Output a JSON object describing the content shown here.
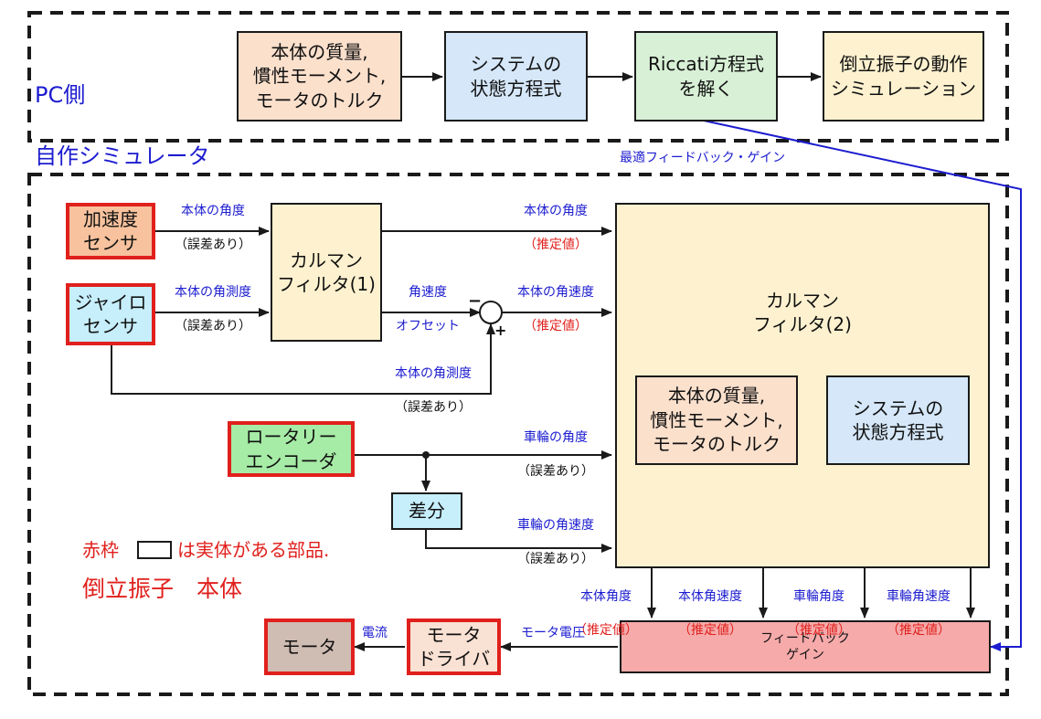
{
  "pc_section": {
    "title_line1": "PC側",
    "title_line2": "自作シミュレータ",
    "boxes": {
      "mass": "本体の質量,\n慣性モーメント,\nモータのトルク",
      "state_eq": "システムの\n状態方程式",
      "riccati": "Riccati方程式\nを解く",
      "sim": "倒立振子の動作\nシミュレーション"
    },
    "optimal_gain_label": "最適フィードバック・ゲイン"
  },
  "robot_section": {
    "boxes": {
      "accel": "加速度\nセンサ",
      "gyro": "ジャイロ\nセンサ",
      "kalman1": "カルマン\nフィルタ(1)",
      "encoder": "ロータリー\nエンコーダ",
      "diff": "差分",
      "kalman2": "カルマン\nフィルタ(2)",
      "k2_mass": "本体の質量,\n慣性モーメント,\nモータのトルク",
      "k2_state": "システムの\n状態方程式",
      "fb_gain": "フィードバック\nゲイン",
      "driver": "モータ\nドライバ",
      "motor": "モータ"
    },
    "labels": {
      "accel_out_1": "本体の角度",
      "accel_out_2": "（誤差あり）",
      "gyro_out_1": "本体の角測度",
      "gyro_out_2": "（誤差あり）",
      "k1_angle_1": "本体の角度",
      "k1_angle_2": "（推定値）",
      "gyro_offset_1": "角速度",
      "gyro_offset_2": "オフセット",
      "rate_est_1": "本体の角速度",
      "rate_est_2": "（推定値）",
      "gyro_direct_1": "本体の角測度",
      "gyro_direct_2": "（誤差あり）",
      "wheel_angle_1": "車輪の角度",
      "wheel_angle_2": "（誤差あり）",
      "wheel_rate_1": "車輪の角速度",
      "wheel_rate_2": "（誤差あり）",
      "out_body_angle_1": "本体角度",
      "out_body_angle_2": "（推定値）",
      "out_body_rate_1": "本体角速度",
      "out_body_rate_2": "（推定値）",
      "out_wheel_angle_1": "車輪角度",
      "out_wheel_angle_2": "（推定値）",
      "out_wheel_rate_1": "車輪角速度",
      "out_wheel_rate_2": "（推定値）",
      "motor_voltage": "モータ電圧",
      "current": "電流",
      "minus": "−",
      "plus": "+"
    },
    "legend_prefix": "赤枠",
    "legend_suffix": "は実体がある部品.",
    "title": "倒立振子　本体"
  },
  "colors": {
    "line_black": "#1a1a1a",
    "line_blue": "#1c1cd0",
    "label_blue": "#1c1cd0",
    "label_red": "#e0201c",
    "real_border": "#e0201c",
    "fill_peach": "#fbe0cc",
    "fill_blue": "#d5e7f8",
    "fill_green": "#d8f0d6",
    "fill_cream": "#fdf1cf",
    "fill_orange": "#f7c29d",
    "fill_cyan": "#c6eefb",
    "fill_lightgreen": "#a6eba6",
    "fill_pink": "#f6aaaa",
    "fill_brown": "#cfbcb2",
    "fill_driver": "#f9e1d3"
  }
}
